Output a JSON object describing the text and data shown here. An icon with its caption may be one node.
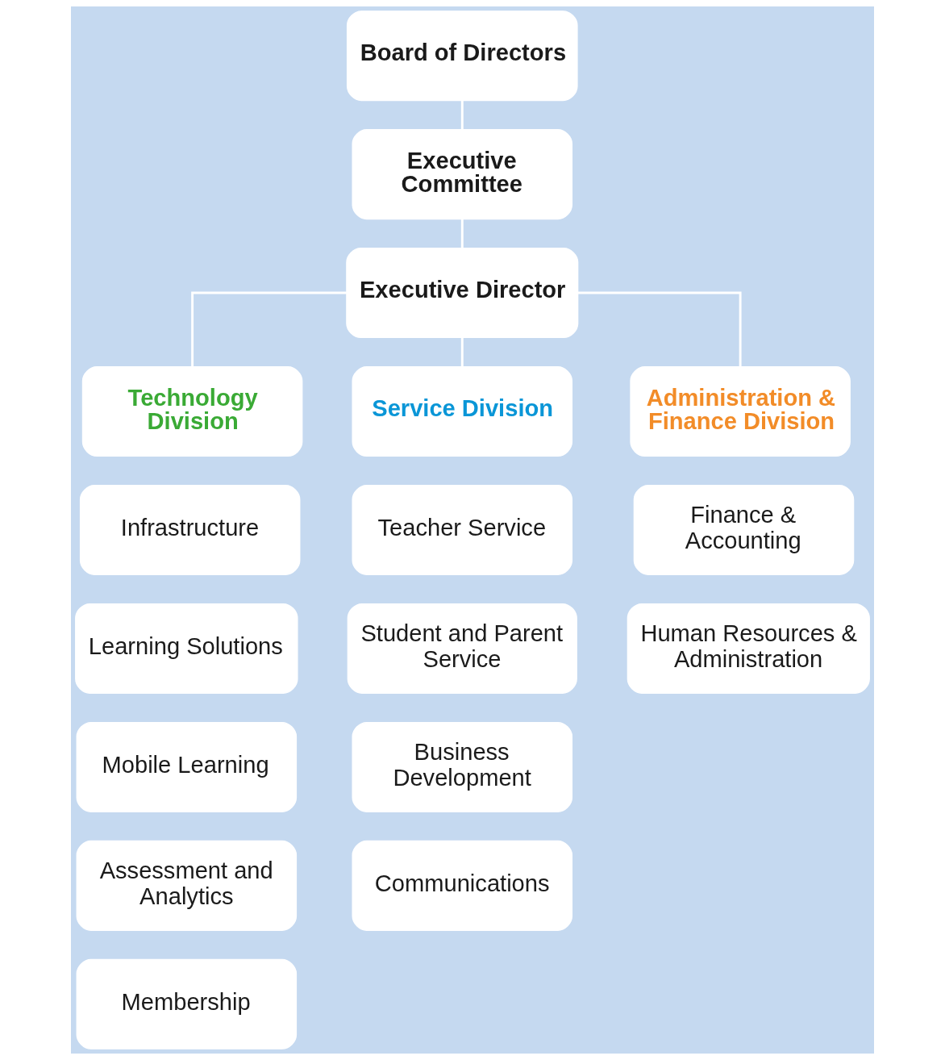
{
  "diagram": {
    "nodes": [
      {
        "text": [
          "Board of Directors"
        ]
      },
      {
        "text": [
          "Executive Committee"
        ]
      },
      {
        "text": [
          "Executive Director"
        ]
      },
      {
        "text": [
          "Technology Division"
        ]
      },
      {
        "text": [
          "Service Division"
        ]
      },
      {
        "text": [
          "Administration & Finance Division"
        ]
      },
      {
        "text": [
          "Infrastructure"
        ]
      },
      {
        "text": [
          "Learning Solutions"
        ]
      },
      {
        "text": [
          "Mobile Learning"
        ]
      },
      {
        "text": [
          "Assessment and Analytics"
        ]
      },
      {
        "text": [
          "Membership"
        ]
      },
      {
        "text": [
          "Teacher Service"
        ]
      },
      {
        "text": [
          "Student and Parent Service"
        ]
      },
      {
        "text": [
          "Business Development"
        ]
      },
      {
        "text": [
          "Communications"
        ]
      },
      {
        "text": [
          "Finance & Accounting"
        ]
      },
      {
        "text": [
          "Human Resources & Administration"
        ]
      }
    ],
    "edges": [
      {
        "from": 0,
        "to": 1,
        "arrow": "none"
      },
      {
        "from": 1,
        "to": 2,
        "arrow": "none"
      },
      {
        "from": 2,
        "to": 3,
        "arrow": "none"
      },
      {
        "from": 2,
        "to": 4,
        "arrow": "none"
      },
      {
        "from": 2,
        "to": 5,
        "arrow": "none"
      }
    ]
  }
}
